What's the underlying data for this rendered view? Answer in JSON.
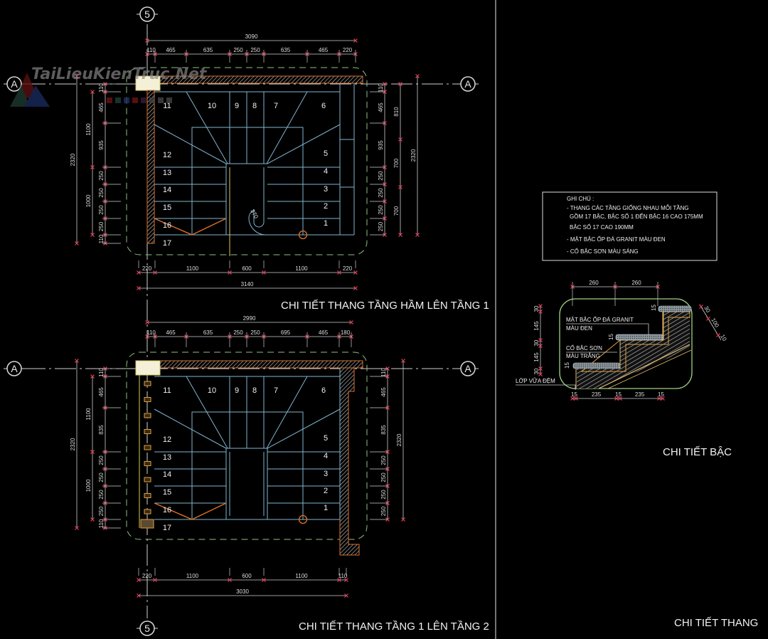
{
  "colors": {
    "background": "#000000",
    "stair_line": "#7fb6d0",
    "wall_hatch": "#e07028",
    "dimension": "#cfcfcf",
    "dim_tick": "#e0405a",
    "boundary_dashed": "#8fbf7f",
    "grid_axis": "#d8d8d8"
  },
  "watermark": "TaiLieuKienTruc.Net",
  "grid_axes": {
    "vertical": "5",
    "horizontal": "A"
  },
  "plan1": {
    "title": "CHI TIẾT THANG TẦNG HẦM LÊN TẦNG 1",
    "step_numbers": [
      "1",
      "2",
      "3",
      "4",
      "5",
      "6",
      "7",
      "8",
      "9",
      "10",
      "11",
      "12",
      "13",
      "14",
      "15",
      "16",
      "17"
    ],
    "radius_label": "370",
    "top_total": "3090",
    "top_chain": [
      "110",
      "465",
      "635",
      "250",
      "250",
      "635",
      "465",
      "220"
    ],
    "left_total": "2320",
    "left_mid": [
      "1100",
      "1000"
    ],
    "left_chain": [
      "110",
      "465",
      "935",
      "250",
      "250",
      "250",
      "250",
      "110"
    ],
    "right_total": "2320",
    "right_mid": [
      "810",
      "700",
      "700"
    ],
    "right_chain": [
      "110",
      "465",
      "935",
      "250",
      "250",
      "250",
      "250"
    ],
    "bottom_chain": [
      "220",
      "1100",
      "600",
      "1100",
      "220"
    ],
    "bottom_total": "3140"
  },
  "plan2": {
    "title": "CHI TIẾT THANG TẦNG 1 LÊN TẦNG 2",
    "step_numbers": [
      "1",
      "2",
      "3",
      "4",
      "5",
      "6",
      "7",
      "8",
      "9",
      "10",
      "11",
      "12",
      "13",
      "14",
      "15",
      "16",
      "17"
    ],
    "top_total": "2990",
    "top_chain": [
      "110",
      "465",
      "635",
      "250",
      "250",
      "695",
      "465",
      "180"
    ],
    "left_total": "2320",
    "left_mid": [
      "1100",
      "1000"
    ],
    "left_chain": [
      "110",
      "465",
      "835",
      "250",
      "250",
      "250",
      "250",
      "110"
    ],
    "right_total": "2320",
    "right_chain": [
      "110",
      "465",
      "835",
      "250",
      "250",
      "250",
      "250"
    ],
    "bottom_chain": [
      "220",
      "1100",
      "600",
      "1100",
      "110"
    ],
    "bottom_total": "3030"
  },
  "notes": {
    "heading": "GHI CHÚ :",
    "lines": [
      "- THANG CÁC TẦNG GIỐNG NHAU MỖI TẦNG",
      "GỒM 17 BẬC, BẬC SỐ 1 ĐẾN BẬC 16 CAO 175MM",
      "BẬC SỐ 17 CAO 190MM",
      "- MẶT BẬC ỐP ĐÁ GRANIT MÀU ĐEN",
      "- CỔ BẬC SƠN MÀU SÁNG"
    ]
  },
  "step_detail": {
    "title": "CHI TIẾT BẬC",
    "label_tread": [
      "MẶT BẬC ỐP ĐÁ GRANIT",
      "MÀU ĐEN"
    ],
    "label_riser": [
      "CỔ BẬC SƠN",
      "MÀU TRẮNG"
    ],
    "label_mortar": "LỚP VỮA ĐỆM",
    "top_dims": [
      "260",
      "260"
    ],
    "left_dims": [
      "30",
      "145",
      "30",
      "145",
      "30"
    ],
    "bottom_dims": [
      "15",
      "235",
      "15",
      "235",
      "15"
    ],
    "granite_dims": [
      "15",
      "15",
      "15"
    ],
    "slab_dims": [
      "30",
      "100",
      "10"
    ]
  },
  "stair_title": "CHI TIẾT THANG"
}
